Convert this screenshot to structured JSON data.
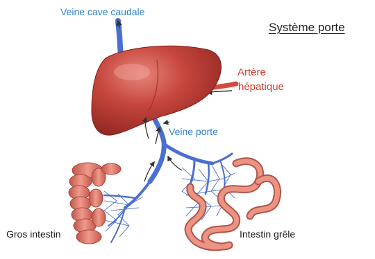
{
  "title": "Système porte",
  "labels": {
    "veine_cave_caudale": "Veine cave caudale",
    "artere_hepatique_line1": "Artère",
    "artere_hepatique_line2": "hépatique",
    "veine_porte": "Veine porte",
    "gros_intestin": "Gros intestin",
    "intestin_grele": "Intestin grêle"
  },
  "colors": {
    "title": "#222222",
    "vein_label": "#2f7fd0",
    "artery_label": "#d43a2a",
    "body_label": "#1a1a1a",
    "liver": "#c4453c",
    "vein": "#4a6fd0",
    "artery": "#d34b3e",
    "intestine": "#e78878",
    "arrow": "#333333"
  }
}
